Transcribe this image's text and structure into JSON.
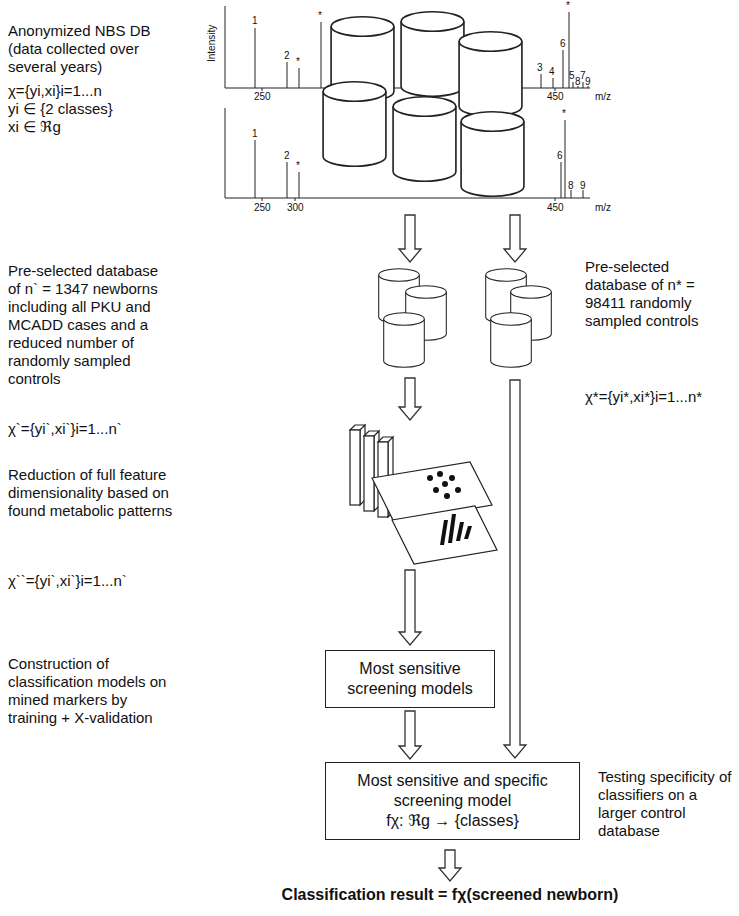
{
  "diagram": {
    "nodes": [
      {
        "text": [
          "Most sensitive screening models"
        ]
      },
      {
        "text": [
          "Most sensitive and specific screening model",
          "fχ: ℜg → {classes}"
        ]
      }
    ],
    "edges": [
      {
        "from": 0,
        "to": 1,
        "arrow": "to"
      }
    ],
    "labels": [
      "Anonymized NBS DB (data collected over several years)",
      "χ={yi,xi}i=1...n",
      "yi ∈ {2 classes}",
      "xi ∈ ℜg",
      "Pre-selected database of n` = 1347 newborns including all PKU and MCADD cases and a reduced number of randomly sampled controls",
      "χ`={yi`,xi`}i=1...n`",
      "Reduction of full feature dimensionality based on found metabolic patterns",
      "χ``={yi`,xi`}i=1...n`",
      "Construction of classification models on mined markers by training + X-validation",
      "Pre-selected database of n* = 98411 randomly sampled controls",
      "χ*={yi*,xi*}i=1...n*",
      "Testing specificity of classifiers on a larger control database",
      "Classification result = fχ(screened newborn)",
      "Intensity",
      "1",
      "2",
      "*",
      "*",
      "3",
      "4",
      "*",
      "6",
      "5",
      "7",
      "8",
      "9",
      "250",
      "450",
      "m/z",
      "1",
      "2",
      "*",
      "*",
      "6",
      "8",
      "9",
      "250",
      "300",
      "450",
      "m/z"
    ]
  }
}
